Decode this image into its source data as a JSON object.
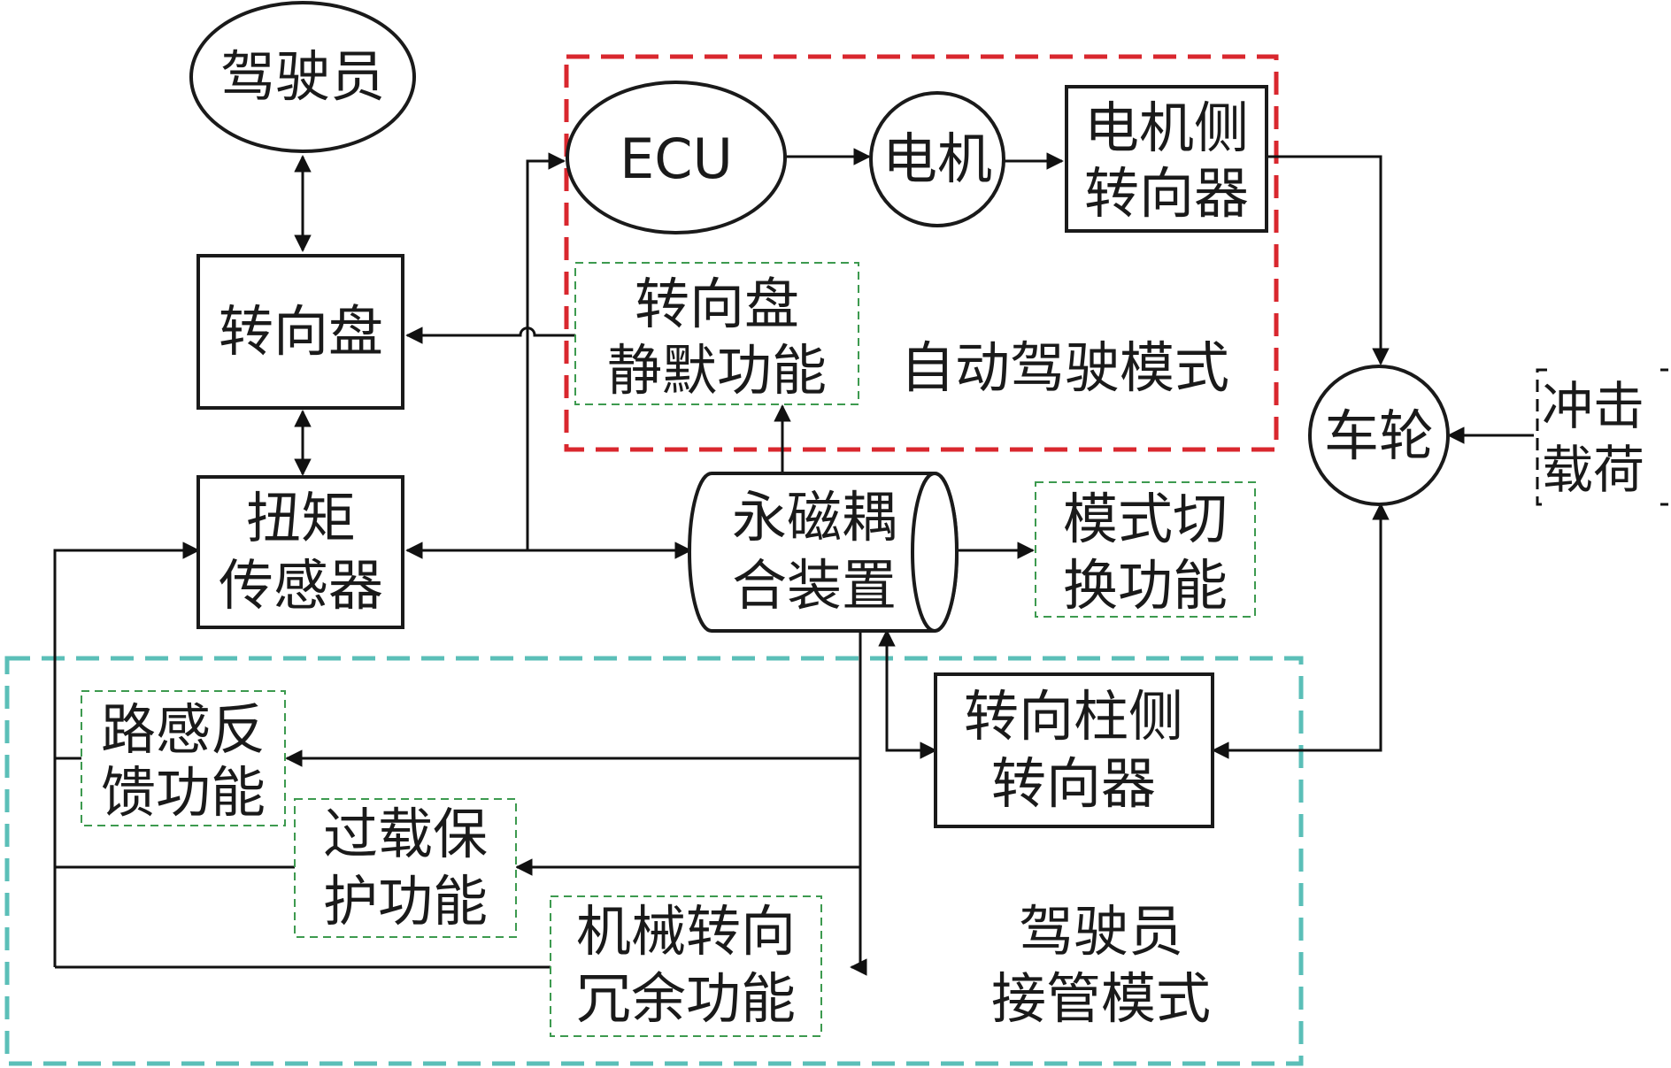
{
  "nodes": {
    "driver": [
      "驾驶员"
    ],
    "ecu": [
      "ECU"
    ],
    "motor": [
      "电机"
    ],
    "motor_side_steering_gear": [
      "电机侧",
      "转向器"
    ],
    "steering_wheel": [
      "转向盘"
    ],
    "steering_wheel_silent": [
      "转向盘",
      "静默功能"
    ],
    "torque_sensor": [
      "扭矩",
      "传感器"
    ],
    "magnetic_coupling": [
      "永磁耦",
      "合装置"
    ],
    "mode_switch": [
      "模式切",
      "换功能"
    ],
    "wheel": [
      "车轮"
    ],
    "impact_load": [
      "冲击",
      "载荷"
    ],
    "column_side_steering_gear": [
      "转向柱侧",
      "转向器"
    ],
    "road_feel": [
      "路感反",
      "馈功能"
    ],
    "overload_protection": [
      "过载保",
      "护功能"
    ],
    "mechanical_redundancy": [
      "机械转向",
      "冗余功能"
    ]
  },
  "regions": {
    "autonomous_mode": [
      "自动驾驶模式"
    ],
    "driver_takeover_mode": [
      "驾驶员",
      "接管模式"
    ]
  },
  "colors": {
    "autonomous_border": "#d9272e",
    "takeover_border": "#5bbfb8",
    "function_border": "#3d9a4f",
    "line": "#111111"
  }
}
